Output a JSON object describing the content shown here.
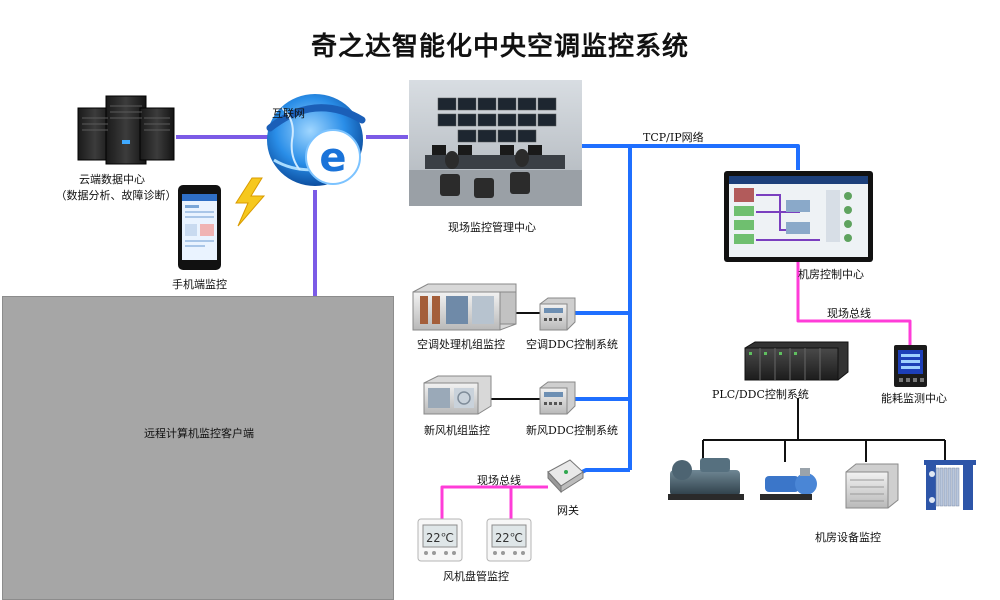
{
  "title": "奇之达智能化中央空调监控系统",
  "colors": {
    "internet_link": "#7b5be6",
    "tcp_ip_link": "#1f6fff",
    "fieldbus_link": "#ff3cd8",
    "control_link": "#111111",
    "remote_box_fill": "#a6a6a6"
  },
  "nodes": {
    "cloud_center": {
      "line1": "云端数据中心",
      "line2": "（数据分析、故障诊断）",
      "icon": "server-rack-icon"
    },
    "mobile": {
      "label": "手机端监控",
      "icon": "smartphone-icon"
    },
    "internet": {
      "label": "互联网",
      "icon": "internet-globe-icon"
    },
    "monitoring_center": {
      "label": "现场监控管理中心",
      "icon": "control-room-photo"
    },
    "machine_room_control": {
      "label": "机房控制中心",
      "icon": "touch-monitor-icon"
    },
    "ahu": {
      "label": "空调处理机组监控",
      "icon": "air-handling-unit-icon"
    },
    "ahu_ddc": {
      "label": "空调DDC控制系统",
      "icon": "ddc-controller-icon"
    },
    "fresh_air_unit": {
      "label": "新风机组监控",
      "icon": "fresh-air-unit-icon"
    },
    "fresh_air_ddc": {
      "label": "新风DDC控制系统",
      "icon": "ddc-controller-icon"
    },
    "gateway": {
      "label": "网关",
      "icon": "gateway-icon"
    },
    "fan_coil": {
      "label": "风机盘管监控",
      "display": "22℃",
      "icon": "thermostat-icon"
    },
    "plc_ddc": {
      "label": "PLC/DDC控制系统",
      "icon": "plc-rack-icon"
    },
    "energy_center": {
      "label": "能耗监测中心",
      "icon": "power-meter-icon"
    },
    "machine_room_equipment": {
      "label": "机房设备监控",
      "icon": "chiller-pump-tower-exchanger-icon"
    },
    "remote_client": {
      "label": "远程计算机监控客户端"
    }
  },
  "links": {
    "tcp_ip": "TCP/IP网络",
    "fieldbus_top": "现场总线",
    "fieldbus_bottom": "现场总线"
  }
}
